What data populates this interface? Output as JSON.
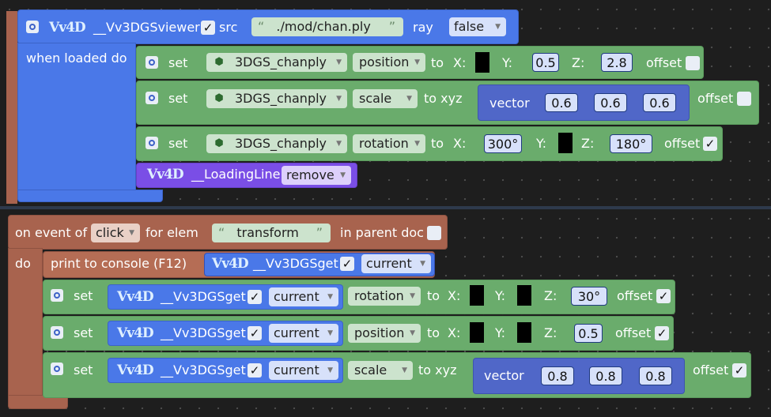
{
  "brand": "Vv4D",
  "stack1": {
    "viewer_label": "__Vv3DGSviewer",
    "src_label": "src",
    "src_value": "./mod/chan.ply",
    "ray_label": "ray",
    "ray_value": "false",
    "when_loaded": "when loaded do",
    "rows": [
      {
        "set": "set",
        "object": "3DGS_chanply",
        "prop": "position",
        "to": "to",
        "axis1": "X:",
        "axis2": "Y:",
        "axis3": "Z:",
        "v2": "0.5",
        "v3": "2.8",
        "offset": "offset"
      },
      {
        "set": "set",
        "object": "3DGS_chanply",
        "prop": "scale",
        "to": "to xyz",
        "vector": "vector",
        "v1": "0.6",
        "v2": "0.6",
        "v3": "0.6",
        "offset": "offset"
      },
      {
        "set": "set",
        "object": "3DGS_chanply",
        "prop": "rotation",
        "to": "to",
        "axis1": "X:",
        "axis2": "Y:",
        "axis3": "Z:",
        "v1": "300°",
        "v3": "180°",
        "offset": "offset",
        "checked": "✓"
      }
    ],
    "loading_label": "__LoadingLine",
    "loading_value": "remove"
  },
  "stack2": {
    "event_label": "on event of",
    "event_value": "click",
    "for_elem": "for elem",
    "elem_value": "transform",
    "in_parent": "in parent doc",
    "do": "do",
    "print_label": "print to console (F12)",
    "get_label": "__Vv3DGSget",
    "current": "current",
    "check": "✓",
    "rows": [
      {
        "set": "set",
        "prop": "rotation",
        "to": "to",
        "axis1": "X:",
        "axis2": "Y:",
        "axis3": "Z:",
        "v3": "30°",
        "offset": "offset"
      },
      {
        "set": "set",
        "prop": "position",
        "to": "to",
        "axis1": "X:",
        "axis2": "Y:",
        "axis3": "Z:",
        "v3": "0.5",
        "offset": "offset"
      },
      {
        "set": "set",
        "prop": "scale",
        "to": "to xyz",
        "vector": "vector",
        "v1": "0.8",
        "v2": "0.8",
        "v3": "0.8",
        "offset": "offset"
      }
    ]
  },
  "colors": {
    "blue": "#4a78e8",
    "green": "#6aac6c",
    "brown": "#a8634e",
    "purple": "#7a4ee6",
    "workspace": "#1e1e1e"
  }
}
